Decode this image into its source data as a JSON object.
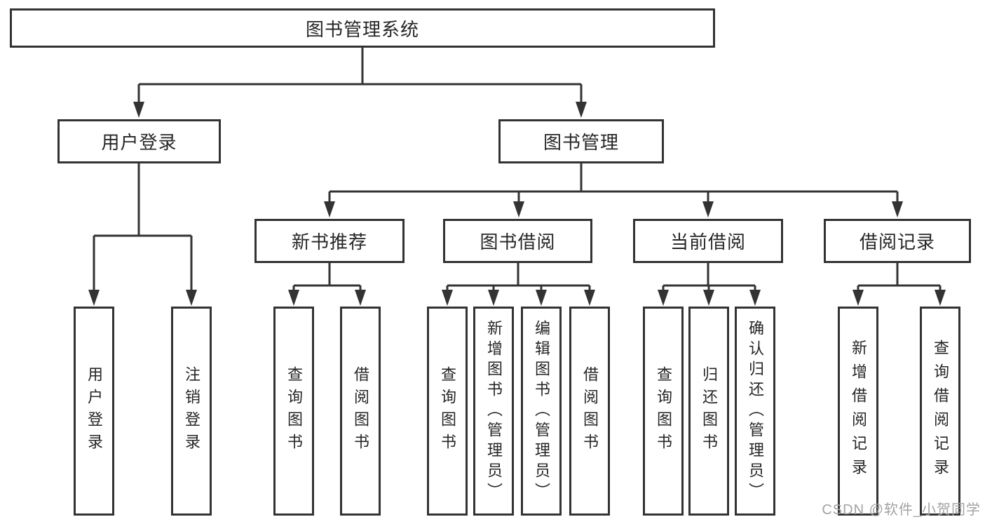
{
  "diagram": {
    "title_node": "图书管理系统",
    "user_login": {
      "label": "用户登录",
      "children": [
        {
          "label": "用户登录"
        },
        {
          "label": "注销登录"
        }
      ]
    },
    "book_mgmt": {
      "label": "图书管理",
      "children": [
        {
          "label": "新书推荐",
          "children": [
            {
              "label": "查询图书"
            },
            {
              "label": "借阅图书"
            }
          ]
        },
        {
          "label": "图书借阅",
          "children": [
            {
              "label": "查询图书"
            },
            {
              "label": "新增图书（管理员）"
            },
            {
              "label": "编辑图书（管理员）"
            },
            {
              "label": "借阅图书"
            }
          ]
        },
        {
          "label": "当前借阅",
          "children": [
            {
              "label": "查询图书"
            },
            {
              "label": "归还图书"
            },
            {
              "label": "确认归还（管理员）"
            }
          ]
        },
        {
          "label": "借阅记录",
          "children": [
            {
              "label": "新增借阅记录"
            },
            {
              "label": "查询借阅记录"
            }
          ]
        }
      ]
    }
  },
  "watermark": "CSDN @软件_小贺同学",
  "colors": {
    "line": "#333333",
    "box_border": "#333333",
    "text": "#262626",
    "watermark": "#a3a3a3",
    "background": "#ffffff"
  }
}
